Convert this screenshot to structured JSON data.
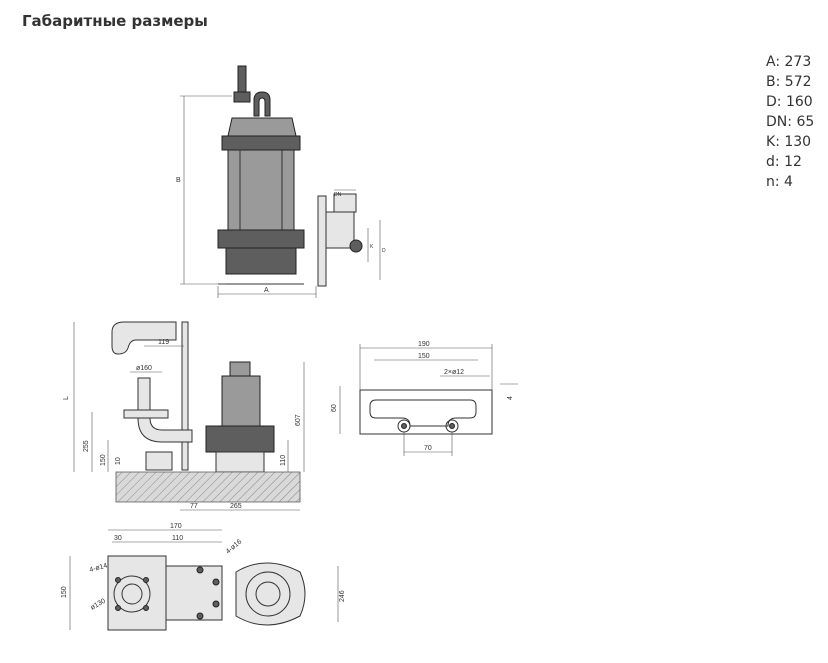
{
  "page": {
    "title": "Габаритные размеры"
  },
  "specs": [
    {
      "key": "A",
      "value": "273"
    },
    {
      "key": "B",
      "value": "572"
    },
    {
      "key": "D",
      "value": "160"
    },
    {
      "key": "DN",
      "value": "65"
    },
    {
      "key": "K",
      "value": "130"
    },
    {
      "key": "d",
      "value": "12"
    },
    {
      "key": "n",
      "value": "4"
    }
  ],
  "drawings": {
    "pump_side": {
      "label_a": "A",
      "label_b": "B",
      "label_dn": "DN",
      "label_k": "K",
      "label_d": "D"
    },
    "install_side": {
      "dim_119": "119",
      "dim_160": "ø160",
      "dim_L": "L",
      "dim_255": "255",
      "dim_150": "150",
      "dim_10a": "10",
      "dim_607": "607",
      "dim_110": "110",
      "dim_77": "77",
      "dim_265": "265"
    },
    "bracket": {
      "dim_190": "190",
      "dim_150": "150",
      "dim_holes": "2×ø12",
      "dim_60": "60",
      "dim_4": "4",
      "dim_70": "70"
    },
    "plan": {
      "dim_170": "170",
      "dim_30": "30",
      "dim_110": "110",
      "dim_4d16": "4-ø16",
      "dim_4d14": "4-ø14",
      "dim_150": "150",
      "dim_130": "ø130",
      "dim_246": "246"
    }
  }
}
